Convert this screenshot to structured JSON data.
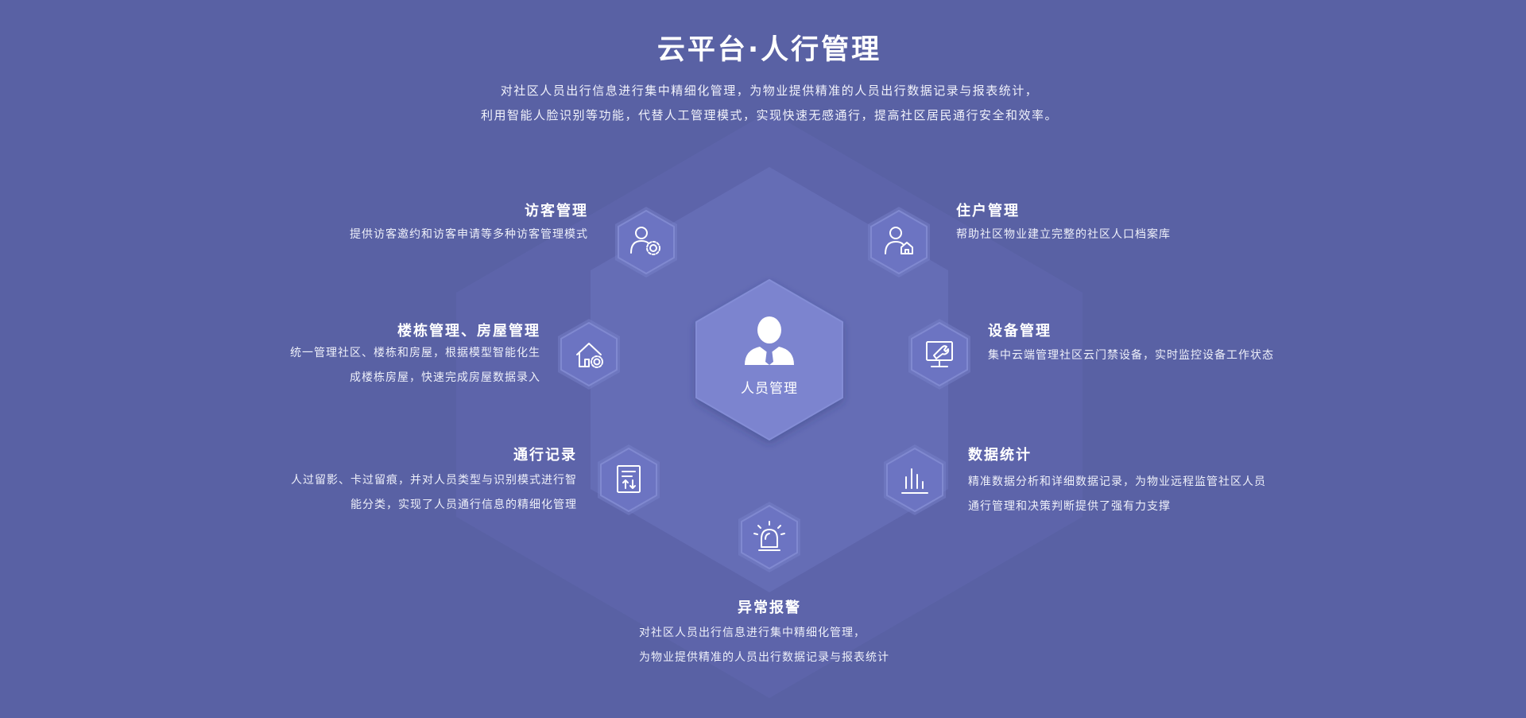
{
  "header": {
    "title": "云平台·人行管理",
    "intro_line1": "对社区人员出行信息进行集中精细化管理，为物业提供精准的人员出行数据记录与报表统计，",
    "intro_line2": "利用智能人脸识别等功能，代替人工管理模式，实现快速无感通行，提高社区居民通行安全和效率。"
  },
  "center": {
    "label": "人员管理",
    "icon": "person-tie-icon"
  },
  "features": {
    "visitor": {
      "title": "访客管理",
      "desc": "提供访客邀约和访客申请等多种访客管理模式",
      "icon": "user-gear-icon"
    },
    "resident": {
      "title": "住户管理",
      "desc": "帮助社区物业建立完整的社区人口档案库",
      "icon": "user-home-icon"
    },
    "building": {
      "title": "楼栋管理、房屋管理",
      "desc_line1": "统一管理社区、楼栋和房屋，根据模型智能化生",
      "desc_line2": "成楼栋房屋，快速完成房屋数据录入",
      "icon": "house-gear-icon"
    },
    "device": {
      "title": "设备管理",
      "desc": "集中云端管理社区云门禁设备，实时监控设备工作状态",
      "icon": "monitor-wrench-icon"
    },
    "access_log": {
      "title": "通行记录",
      "desc_line1": "人过留影、卡过留痕，并对人员类型与识别模式进行智",
      "desc_line2": "能分类，实现了人员通行信息的精细化管理",
      "icon": "record-list-icon"
    },
    "statistics": {
      "title": "数据统计",
      "desc_line1": "精准数据分析和详细数据记录，为物业远程监管社区人员",
      "desc_line2": "通行管理和决策判断提供了强有力支撑",
      "icon": "bar-chart-icon"
    },
    "alarm": {
      "title": "异常报警",
      "desc_line1": "对社区人员出行信息进行集中精细化管理，",
      "desc_line2": "为物业提供精准的人员出行数据记录与报表统计",
      "icon": "alarm-siren-icon"
    }
  },
  "colors": {
    "background": "#5961a4",
    "center_hex": "#7b84cf",
    "icon_hex": "#6c74c2"
  }
}
